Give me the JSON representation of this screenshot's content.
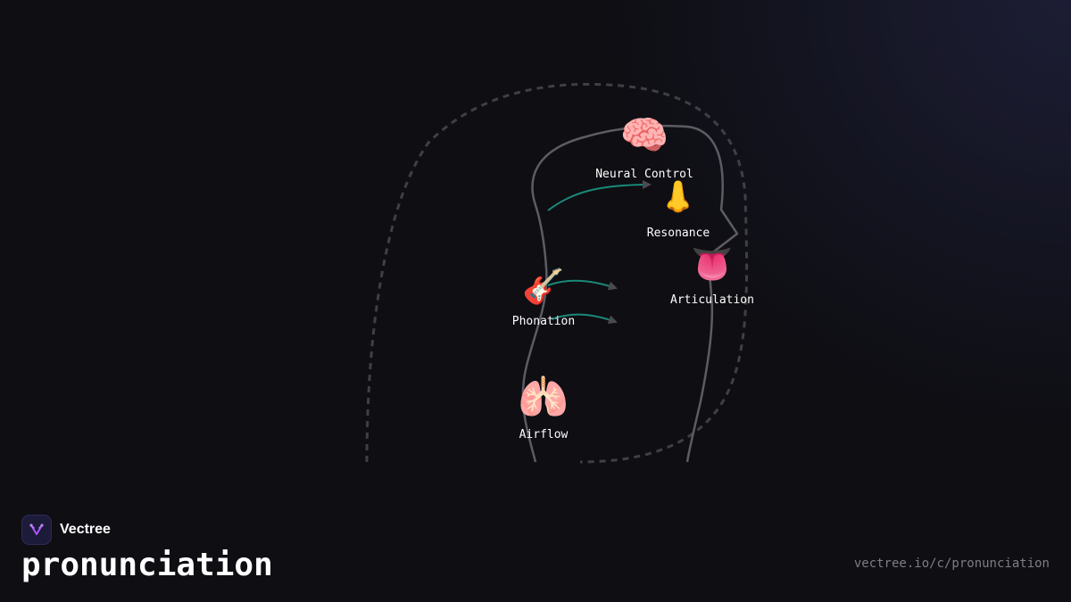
{
  "diagram": {
    "nodes": [
      {
        "id": "neural",
        "label": "Neural Control",
        "icon": "brain-icon",
        "glyph": "🧠"
      },
      {
        "id": "resonance",
        "label": "Resonance",
        "icon": "nose-icon",
        "glyph": "👃"
      },
      {
        "id": "articulation",
        "label": "Articulation",
        "icon": "tongue-icon",
        "glyph": "👅"
      },
      {
        "id": "phonation",
        "label": "Phonation",
        "icon": "guitar-icon",
        "glyph": "🎸"
      },
      {
        "id": "airflow",
        "label": "Airflow",
        "icon": "lungs-icon",
        "glyph": "🫁"
      }
    ],
    "colors": {
      "head_outline": "#5c5c62",
      "dashed_outline": "#3f3f45",
      "arrow_curve": "#1a8a78",
      "arrow_head": "#4a4a50"
    }
  },
  "footer": {
    "brand_name": "Vectree",
    "title": "pronunciation",
    "url": "vectree.io/c/pronunciation"
  }
}
